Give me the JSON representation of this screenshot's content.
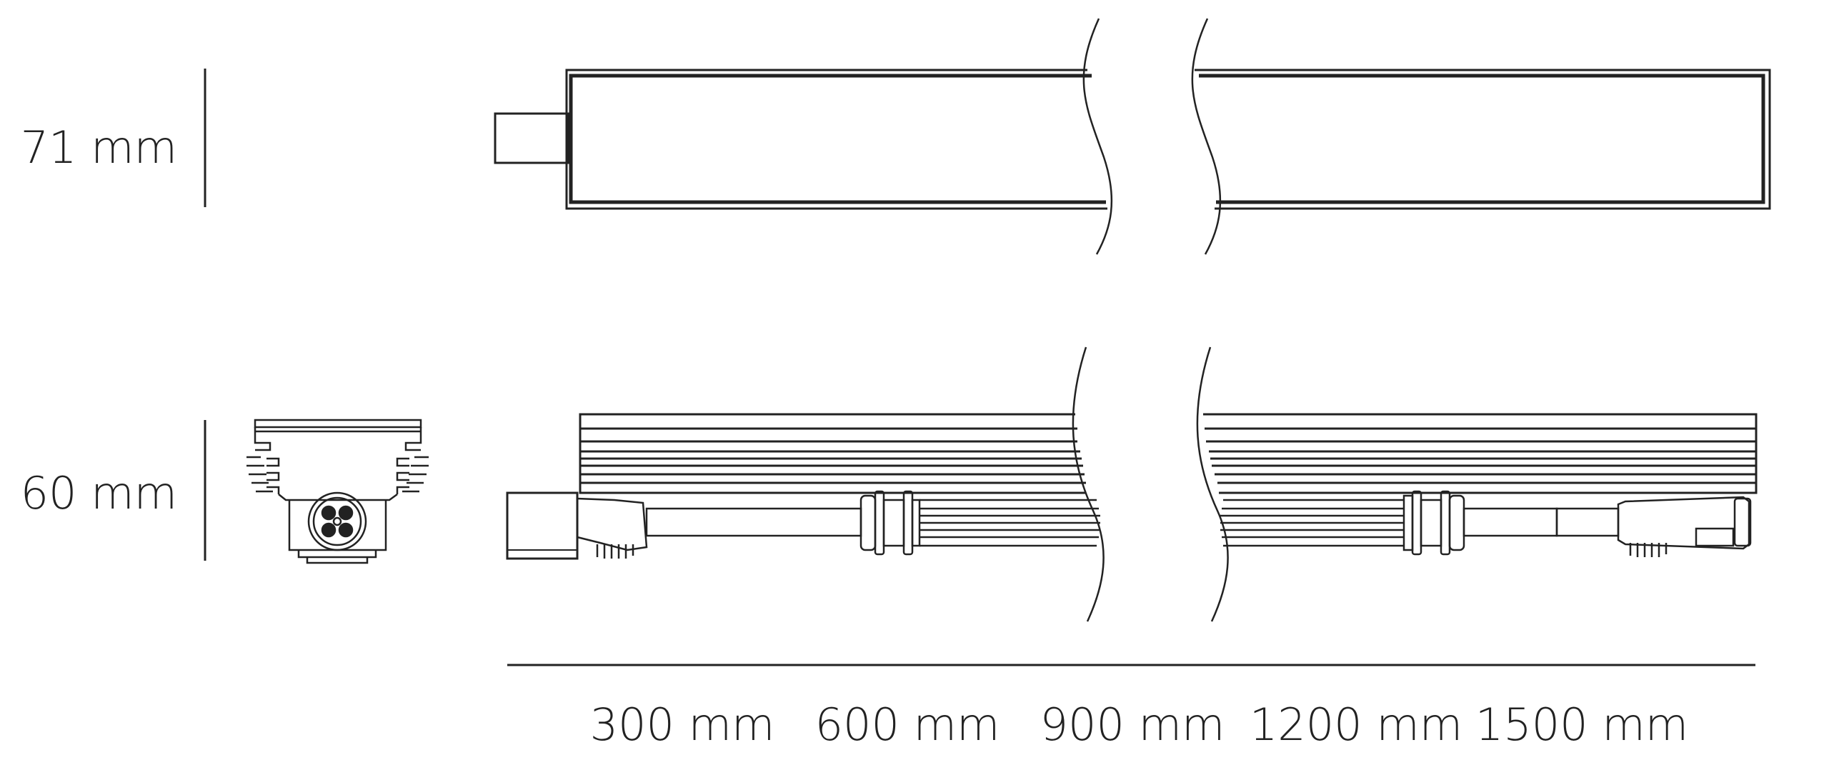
{
  "dimensions": {
    "height_top": "71 mm",
    "height_bottom": "60 mm"
  },
  "lengths": [
    "300 mm",
    "600 mm",
    "900 mm",
    "1200 mm",
    "1500 mm"
  ],
  "colors": {
    "line": "#222222",
    "background": "#ffffff"
  }
}
